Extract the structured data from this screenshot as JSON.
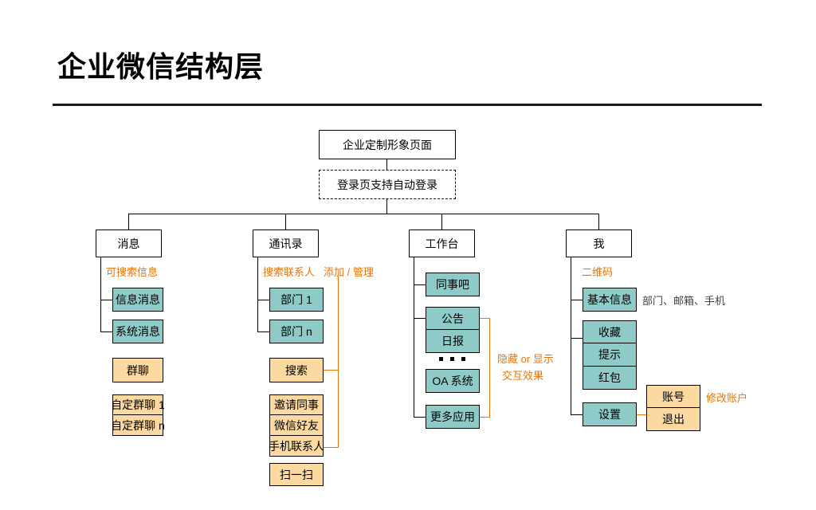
{
  "header": {
    "title": "企业微信结构层"
  },
  "diagram": {
    "root": {
      "label": "企业定制形象页面"
    },
    "login": {
      "label": "登录页支持自动登录"
    },
    "columns": [
      {
        "key": "messages",
        "title": "消息",
        "note": "可搜索信息",
        "nodes": [
          {
            "label": "信息消息",
            "style": "teal"
          },
          {
            "label": "系统消息",
            "style": "teal"
          },
          {
            "label": "群聊",
            "style": "orange"
          },
          {
            "label": "自定群聊 1",
            "style": "orange"
          },
          {
            "label": "自定群聊 n",
            "style": "orange"
          }
        ]
      },
      {
        "key": "contacts",
        "title": "通讯录",
        "note": "搜索联系人",
        "note2": "添加 / 管理",
        "nodes": [
          {
            "label": "部门 1",
            "style": "teal"
          },
          {
            "label": "部门 n",
            "style": "teal"
          },
          {
            "label": "搜索",
            "style": "orange"
          },
          {
            "label": "邀请同事",
            "style": "orange"
          },
          {
            "label": "微信好友",
            "style": "orange"
          },
          {
            "label": "手机联系人",
            "style": "orange"
          },
          {
            "label": "扫一扫",
            "style": "orange"
          }
        ]
      },
      {
        "key": "workbench",
        "title": "工作台",
        "note": "",
        "nodes": [
          {
            "label": "同事吧",
            "style": "teal"
          },
          {
            "label": "公告",
            "style": "teal"
          },
          {
            "label": "日报",
            "style": "teal"
          },
          {
            "label": "OA 系统",
            "style": "teal"
          },
          {
            "label": "更多应用",
            "style": "teal"
          }
        ],
        "bracket_note_line1": "隐藏 or 显示",
        "bracket_note_line2": "交互效果"
      },
      {
        "key": "me",
        "title": "我",
        "note": "二维码",
        "nodes": [
          {
            "label": "基本信息",
            "style": "teal"
          },
          {
            "label": "收藏",
            "style": "teal"
          },
          {
            "label": "提示",
            "style": "teal"
          },
          {
            "label": "红包",
            "style": "teal"
          },
          {
            "label": "设置",
            "style": "teal"
          },
          {
            "label": "账号",
            "style": "orange"
          },
          {
            "label": "退出",
            "style": "orange"
          }
        ],
        "basic_info_note": "部门、邮箱、手机",
        "account_note": "修改账户"
      }
    ]
  },
  "colors": {
    "teal": "#8ECBC8",
    "orange_fill": "#FBD9A0",
    "orange_accent": "#E8730C",
    "line": "#000000"
  }
}
